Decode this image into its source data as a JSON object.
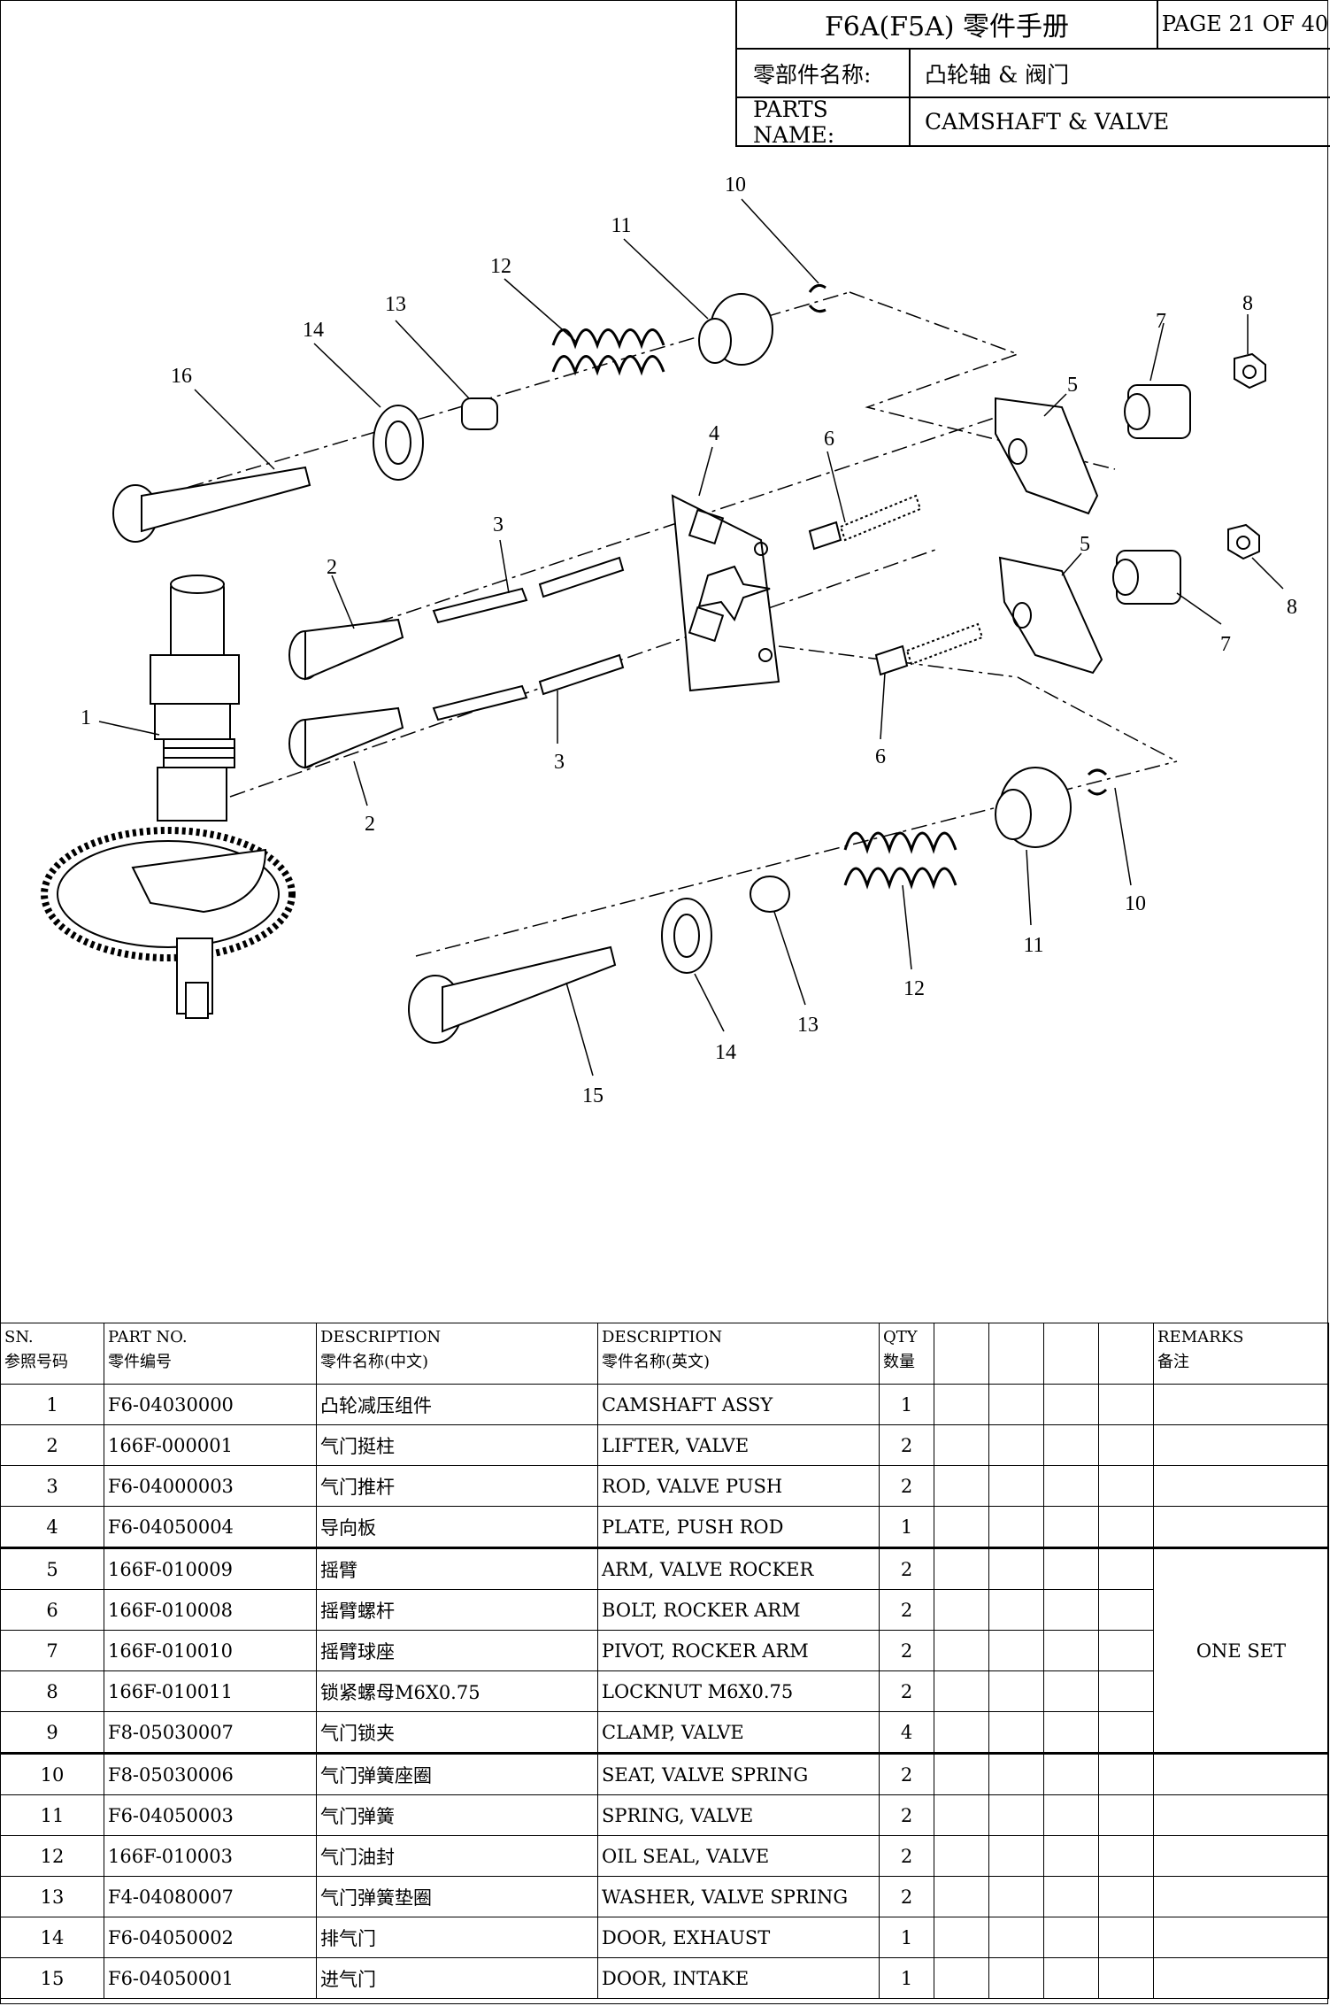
{
  "header": {
    "title": "F6A(F5A) 零件手册",
    "page": "PAGE 21 OF 40",
    "name_label_cn": "零部件名称:",
    "name_value_cn": "凸轮轴 & 阀门",
    "name_label_en": "PARTS NAME:",
    "name_value_en": "CAMSHAFT & VALVE"
  },
  "diagram": {
    "callouts": [
      "1",
      "2",
      "2",
      "3",
      "3",
      "4",
      "5",
      "5",
      "6",
      "6",
      "7",
      "7",
      "8",
      "8",
      "10",
      "10",
      "11",
      "11",
      "12",
      "12",
      "13",
      "13",
      "14",
      "14",
      "15",
      "16"
    ]
  },
  "table": {
    "headers": {
      "sn_en": "SN.",
      "sn_cn": "参照号码",
      "part_en": "PART NO.",
      "part_cn": "零件编号",
      "desc_cn_en": "DESCRIPTION",
      "desc_cn_cn": "零件名称(中文)",
      "desc_en_en": "DESCRIPTION",
      "desc_en_cn": "零件名称(英文)",
      "qty_en": "QTY",
      "qty_cn": "数量",
      "rem_en": "REMARKS",
      "rem_cn": "备注"
    },
    "rows": [
      {
        "sn": "1",
        "part_no": "F6-04030000",
        "desc_cn": "凸轮减压组件",
        "desc_en": "CAMSHAFT ASSY",
        "qty": "1",
        "remarks": ""
      },
      {
        "sn": "2",
        "part_no": "166F-000001",
        "desc_cn": "气门挺柱",
        "desc_en": "LIFTER, VALVE",
        "qty": "2",
        "remarks": ""
      },
      {
        "sn": "3",
        "part_no": "F6-04000003",
        "desc_cn": "气门推杆",
        "desc_en": "ROD, VALVE PUSH",
        "qty": "2",
        "remarks": ""
      },
      {
        "sn": "4",
        "part_no": "F6-04050004",
        "desc_cn": "导向板",
        "desc_en": "PLATE, PUSH ROD",
        "qty": "1",
        "remarks": ""
      },
      {
        "sn": "5",
        "part_no": "166F-010009",
        "desc_cn": "摇臂",
        "desc_en": "ARM, VALVE ROCKER",
        "qty": "2",
        "remarks": "ONE SET"
      },
      {
        "sn": "6",
        "part_no": "166F-010008",
        "desc_cn": "摇臂螺杆",
        "desc_en": "BOLT, ROCKER ARM",
        "qty": "2",
        "remarks": ""
      },
      {
        "sn": "7",
        "part_no": "166F-010010",
        "desc_cn": "摇臂球座",
        "desc_en": "PIVOT, ROCKER ARM",
        "qty": "2",
        "remarks": ""
      },
      {
        "sn": "8",
        "part_no": "166F-010011",
        "desc_cn": "锁紧螺母M6X0.75",
        "desc_en": "LOCKNUT M6X0.75",
        "qty": "2",
        "remarks": ""
      },
      {
        "sn": "9",
        "part_no": "F8-05030007",
        "desc_cn": "气门锁夹",
        "desc_en": "CLAMP, VALVE",
        "qty": "4",
        "remarks": ""
      },
      {
        "sn": "10",
        "part_no": "F8-05030006",
        "desc_cn": "气门弹簧座圈",
        "desc_en": "SEAT, VALVE SPRING",
        "qty": "2",
        "remarks": ""
      },
      {
        "sn": "11",
        "part_no": "F6-04050003",
        "desc_cn": "气门弹簧",
        "desc_en": "SPRING, VALVE",
        "qty": "2",
        "remarks": ""
      },
      {
        "sn": "12",
        "part_no": "166F-010003",
        "desc_cn": "气门油封",
        "desc_en": "OIL SEAL, VALVE",
        "qty": "2",
        "remarks": ""
      },
      {
        "sn": "13",
        "part_no": "F4-04080007",
        "desc_cn": "气门弹簧垫圈",
        "desc_en": "WASHER, VALVE SPRING",
        "qty": "2",
        "remarks": ""
      },
      {
        "sn": "14",
        "part_no": "F6-04050002",
        "desc_cn": "排气门",
        "desc_en": "DOOR, EXHAUST",
        "qty": "1",
        "remarks": ""
      },
      {
        "sn": "15",
        "part_no": "F6-04050001",
        "desc_cn": "进气门",
        "desc_en": "DOOR, INTAKE",
        "qty": "1",
        "remarks": ""
      }
    ]
  }
}
